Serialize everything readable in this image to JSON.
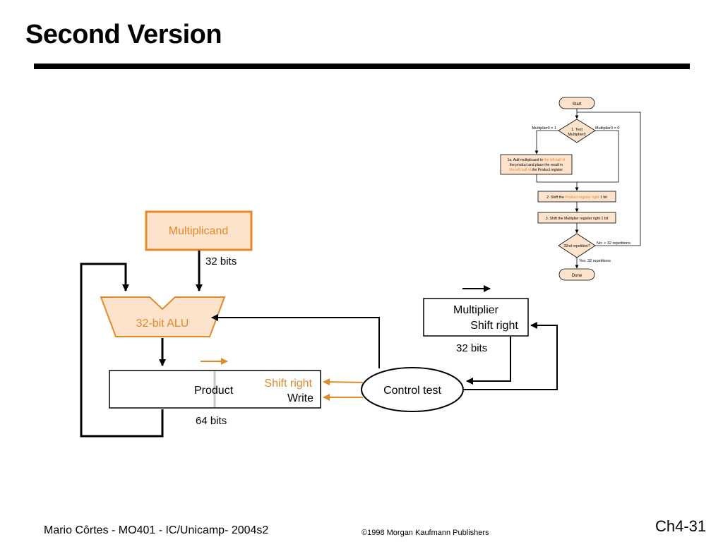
{
  "slide": {
    "title": "Second Version",
    "footer_left": "Mario Côrtes - MO401 - IC/Unicamp- 2004s2",
    "footer_center": "©1998 Morgan Kaufmann Publishers",
    "page_number": "Ch4-31"
  },
  "colors": {
    "accent": "#e08a2c",
    "fill": "#fde3cc",
    "stroke": "#000000"
  },
  "hardware": {
    "multiplicand": "Multiplicand",
    "multiplicand_bits": "32 bits",
    "alu": "32-bit ALU",
    "product": "Product",
    "product_bits": "64 bits",
    "shift_right_label": "Shift right",
    "write_label": "Write",
    "control": "Control test",
    "multiplier_line1": "Multiplier",
    "multiplier_line2": "Shift right",
    "multiplier_bits": "32 bits"
  },
  "flowchart": {
    "start": "Start",
    "test_line1": "1. Test",
    "test_line2": "Multiplier0",
    "branch_one": "Multiplier0 = 1",
    "branch_zero": "Multiplier0 = 0",
    "step1a_line1": "1a. Add multiplicand to",
    "step1a_hl1": "the left half of",
    "step1a_line2": "the product and place the result in",
    "step1a_hl2": "the left half of",
    "step1a_line3": "the Product register",
    "step2_pre": "2. Shift the",
    "step2_hl": "Product register right",
    "step2_post": "1 bit",
    "step3": "3. Shift the Multiplier register right 1 bit",
    "rep_test": "32nd repetition?",
    "rep_no": "No:  < 32 repetitions",
    "rep_yes": "Yes:  32 repetitions",
    "done": "Done"
  }
}
